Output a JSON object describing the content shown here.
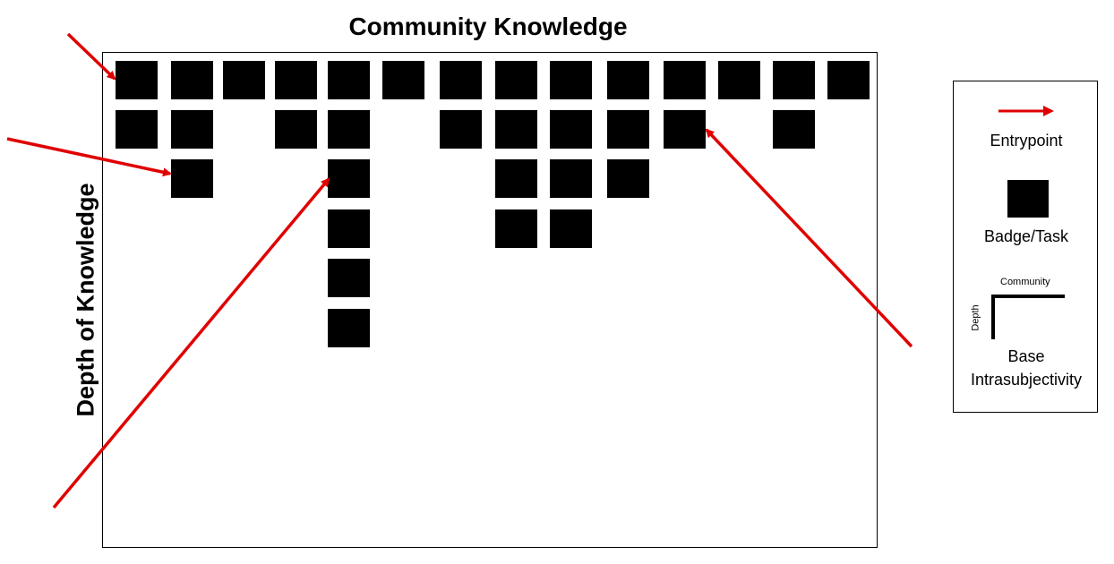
{
  "diagram": {
    "title": "Community Knowledge",
    "y_axis_label": "Depth of Knowledge",
    "badge_color": "#000000",
    "arrow_color": "#e00000",
    "columns": [
      {
        "badges": 2
      },
      {
        "badges": 3
      },
      {
        "badges": 1
      },
      {
        "badges": 2
      },
      {
        "badges": 6
      },
      {
        "badges": 1
      },
      {
        "badges": 2
      },
      {
        "badges": 4
      },
      {
        "badges": 4
      },
      {
        "badges": 3
      },
      {
        "badges": 2
      },
      {
        "badges": 1
      },
      {
        "badges": 2
      },
      {
        "badges": 1
      }
    ],
    "entrypoint_arrows": 4
  },
  "legend": {
    "entrypoint_label": "Entrypoint",
    "badge_label": "Badge/Task",
    "community_label": "Community",
    "depth_label": "Depth",
    "base_label_line1": "Base",
    "base_label_line2": "Intrasubjectivity"
  }
}
